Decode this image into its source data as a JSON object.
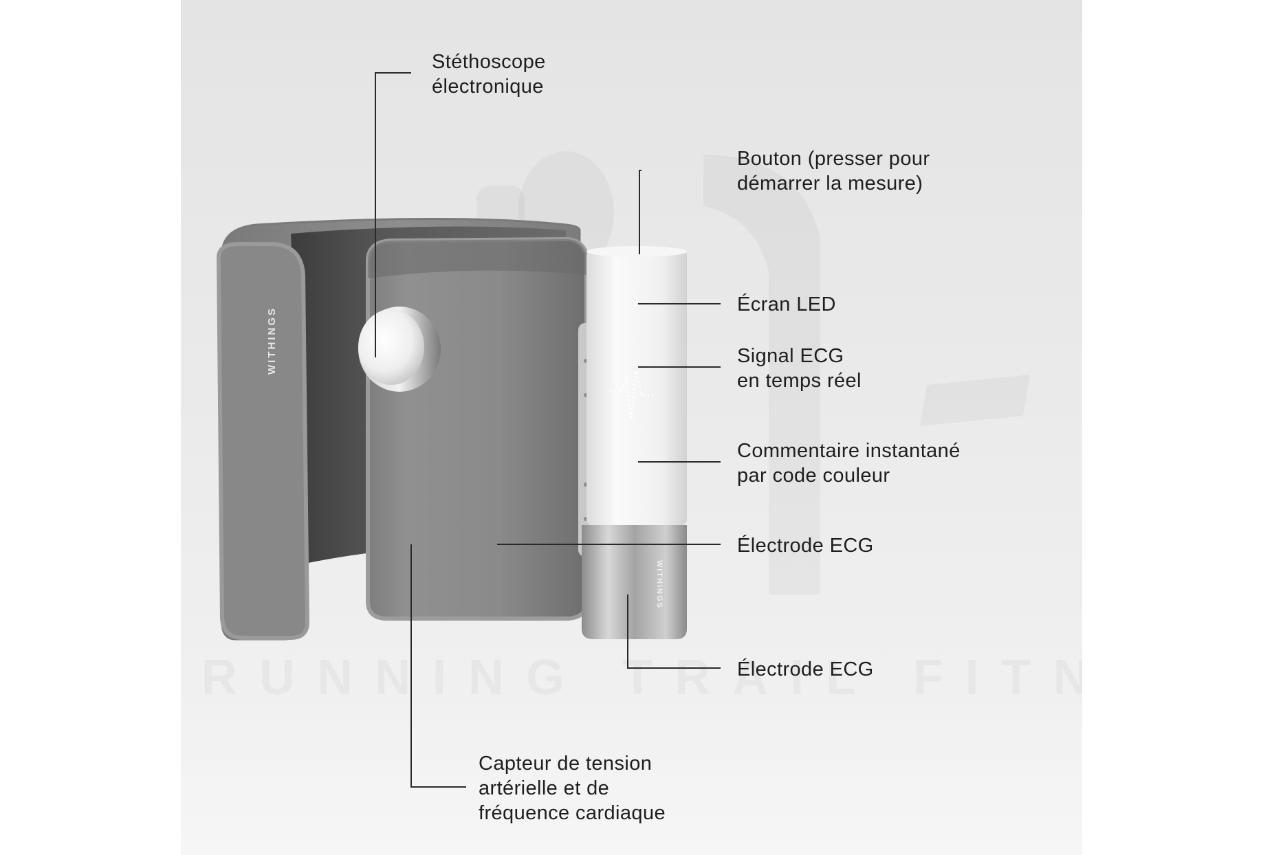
{
  "brand": {
    "cuff_logo": "WITHINGS",
    "device_logo": "WITHINGS"
  },
  "watermark": {
    "text": "RUNNING TRAIL FITNESS"
  },
  "callouts": {
    "stethoscope": [
      "Stéthoscope",
      "électronique"
    ],
    "button": [
      "Bouton (presser pour",
      "démarrer la mesure)"
    ],
    "led_screen": [
      "Écran LED"
    ],
    "ecg_signal": [
      "Signal ECG",
      "en temps réel"
    ],
    "color_feedback": [
      "Commentaire instantané",
      "par code couleur"
    ],
    "electrode_top": [
      "Électrode ECG"
    ],
    "electrode_bottom": [
      "Électrode ECG"
    ],
    "pressure_sensor": [
      "Capteur de tension",
      "artérielle et de",
      "fréquence cardiaque"
    ]
  },
  "colors": {
    "background": "#e8e8e8",
    "cuff_fabric": "#8c8c8c",
    "device_body": "#f4f4f4",
    "steel": "#b8b8b8",
    "text": "#1e1e1e",
    "leader_line": "#2a2a2a"
  }
}
